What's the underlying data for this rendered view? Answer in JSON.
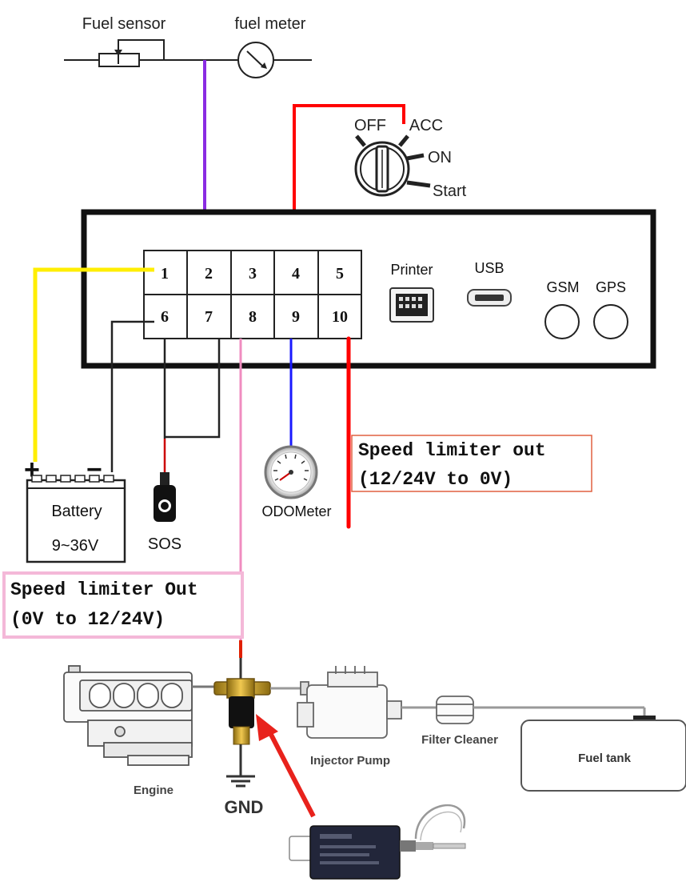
{
  "labels": {
    "fuel_sensor": "Fuel sensor",
    "fuel_meter": "fuel meter",
    "ignition_off": "OFF",
    "ignition_acc": "ACC",
    "ignition_on": "ON",
    "ignition_start": "Start",
    "printer": "Printer",
    "usb": "USB",
    "gsm": "GSM",
    "gps": "GPS",
    "battery_plus": "+",
    "battery_minus": "−",
    "battery": "Battery",
    "battery_voltage": "9~36V",
    "sos": "SOS",
    "odometer": "ODOMeter",
    "engine": "Engine",
    "gnd": "GND",
    "injector_pump": "Injector Pump",
    "filter_cleaner": "Filter Cleaner",
    "fuel_tank": "Fuel tank"
  },
  "pins": [
    "1",
    "2",
    "3",
    "4",
    "5",
    "6",
    "7",
    "8",
    "9",
    "10"
  ],
  "callouts": {
    "speed_out_red_line1": "Speed limiter out",
    "speed_out_red_line2": "(12/24V to 0V)",
    "speed_out_pink_line1": "Speed limiter Out",
    "speed_out_pink_line2": "(0V to 12/24V)"
  },
  "colors": {
    "wire_fuel": "#8a2be2",
    "wire_acc": "#ff0000",
    "wire_battery_plus": "#ffee00",
    "wire_odometer": "#1a1aff",
    "wire_speed_red": "#ff0000",
    "wire_speed_pink": "#f08cc0",
    "callout_red_border": "#e06040",
    "callout_pink_border": "#f4b8d8",
    "arrow": "#e8221c"
  }
}
